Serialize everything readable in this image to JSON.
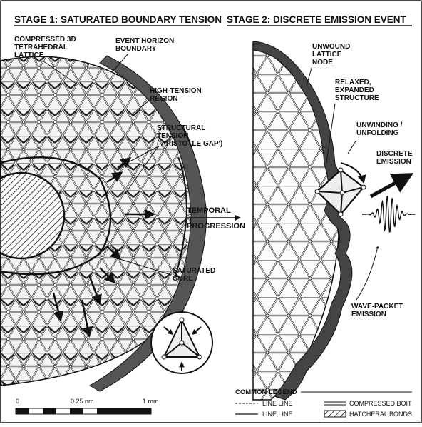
{
  "stage1": {
    "title": "STAGE 1: SATURATED BOUNDARY TENSION",
    "labels": {
      "lattice": [
        "COMPRESSED 3D",
        "TETRAHEDRAL",
        "LATTICE"
      ],
      "horizon": [
        "EVENT HORIZON",
        "BOUNDARY"
      ],
      "tension_region": [
        "HIGH-TENSION",
        "REGION"
      ],
      "structural": [
        "STRUCTURAL",
        "TENSION",
        "('ARISTOTLE GAP')"
      ],
      "core": [
        "SATURATED",
        "CORE"
      ]
    }
  },
  "stage2": {
    "title": "STAGE 2: DISCRETE EMISSION EVENT",
    "labels": {
      "node": [
        "UNWOUND",
        "LATTICE",
        "NODE"
      ],
      "relaxed": [
        "RELAXED,",
        "EXPANDED",
        "STRUCTURE"
      ],
      "unwinding": [
        "UNWINDING /",
        "UNFOLDING"
      ],
      "emission": [
        "DISCRETE",
        "EMISSION"
      ],
      "packet": [
        "WAVE-PACKET",
        "EMISSION"
      ]
    }
  },
  "transition": {
    "line1": "TEMPORAL",
    "line2": "PROGRESSION"
  },
  "scale": {
    "zero": "0",
    "mid": "0.25 nm",
    "end": "1 mm"
  },
  "legend": {
    "title": "COMMON LEGEND",
    "items": [
      "LINE LINE",
      "LINE LINE",
      "COMPRESSED BOIT",
      "HATCHERAL BONDS"
    ]
  }
}
